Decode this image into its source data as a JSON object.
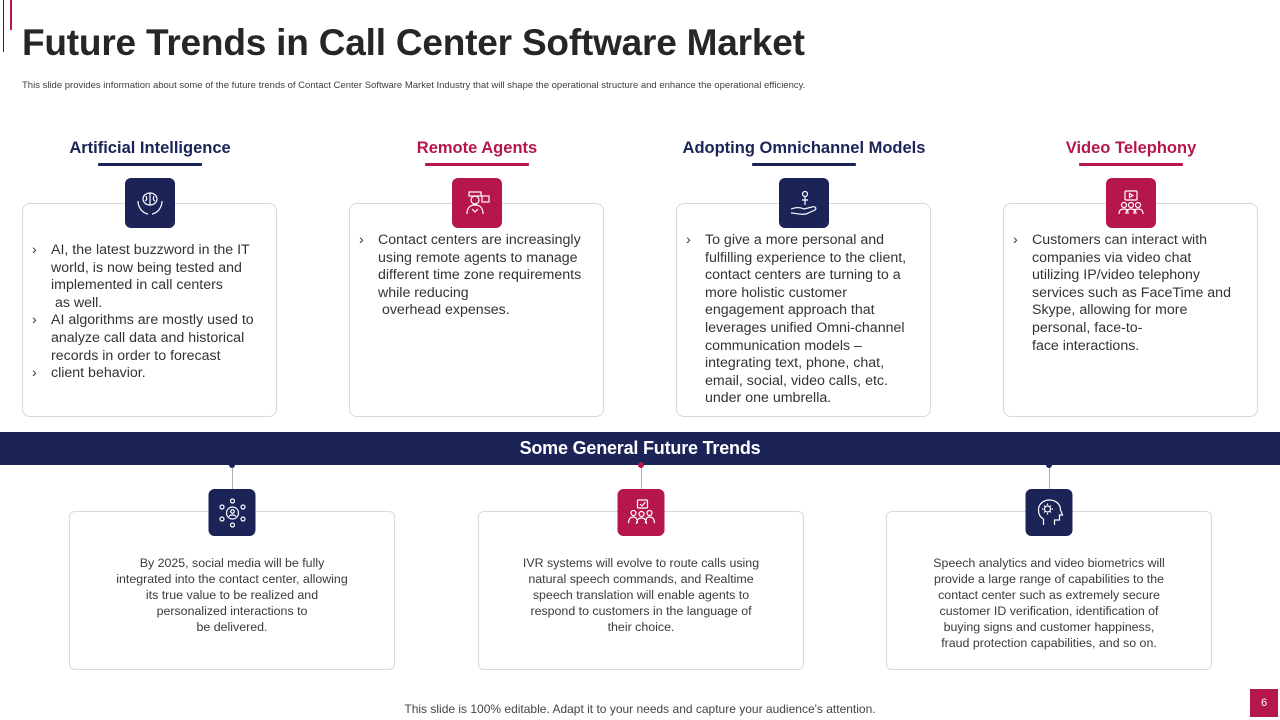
{
  "slide": {
    "title": "Future Trends in Call Center Software Market",
    "subtitle": "This slide provides information about some of the future trends of Contact Center Software Market Industry that will shape the operational structure and enhance the operational efficiency."
  },
  "columns": [
    {
      "heading": "Artificial Intelligence",
      "icon": "brain-hands-icon",
      "bullets": [
        {
          "chevron": "›",
          "lines": [
            "AI, the latest buzzword in the IT",
            "world, is now being tested and",
            "implemented in call centers",
            " as well."
          ]
        },
        {
          "chevron": "›",
          "lines": [
            "AI algorithms are mostly used to",
            "analyze call data and historical",
            "records in order to forecast"
          ]
        },
        {
          "chevron": "›",
          "lines": [
            "client behavior."
          ]
        }
      ]
    },
    {
      "heading": "Remote Agents",
      "icon": "remote-agent-icon",
      "bullets": [
        {
          "chevron": "›",
          "lines": [
            "Contact centers are increasingly",
            "using remote agents to manage",
            "different time zone requirements",
            "while reducing",
            " overhead expenses."
          ]
        }
      ]
    },
    {
      "heading": "Adopting Omnichannel Models",
      "icon": "hand-person-icon",
      "bullets": [
        {
          "chevron": "›",
          "lines": [
            "To give a more personal and",
            "fulfilling experience to the client,",
            "contact centers are turning to a",
            "more holistic customer",
            "engagement approach that",
            "leverages unified Omni-channel",
            "communication models –",
            "integrating text, phone, chat,",
            "email, social, video calls, etc.",
            "under one umbrella."
          ]
        }
      ]
    },
    {
      "heading": "Video Telephony",
      "icon": "video-group-icon",
      "bullets": [
        {
          "chevron": "›",
          "lines": [
            "Customers can interact with",
            "companies via video chat",
            "utilizing IP/video telephony",
            "services such as FaceTime and",
            "Skype, allowing for more",
            "personal, face-to-",
            "face interactions."
          ]
        }
      ]
    }
  ],
  "banner": {
    "label": "Some General Future Trends"
  },
  "general_trends": [
    {
      "icon": "social-network-icon",
      "lines": [
        "By 2025, social media will be fully",
        "integrated into the contact center, allowing",
        "its true value to be realized and",
        "personalized interactions to",
        "be delivered."
      ]
    },
    {
      "icon": "presentation-group-icon",
      "lines": [
        "IVR systems will evolve to route calls using",
        "natural speech commands, and Realtime",
        "speech translation will enable agents to",
        "respond to customers in the language of",
        "their choice."
      ]
    },
    {
      "icon": "head-gear-icon",
      "lines": [
        "Speech analytics and video biometrics will",
        "provide a large range of capabilities to the",
        "contact center such as extremely secure",
        "customer ID verification, identification of",
        "buying signs and customer happiness,",
        "fraud protection capabilities, and so on."
      ]
    }
  ],
  "footer": {
    "text": "This slide is 100% editable. Adapt it to your needs and capture your audience's attention."
  },
  "page_number": "6",
  "colors": {
    "navy": "#1b2357",
    "red": "#b5174b"
  }
}
